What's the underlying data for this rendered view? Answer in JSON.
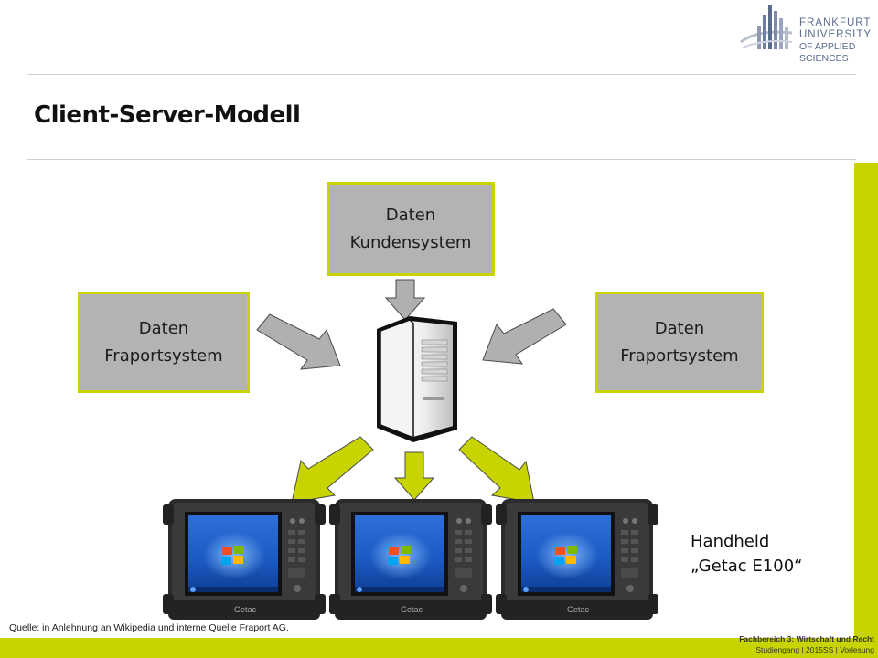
{
  "header": {
    "logo_lines": [
      "FRANKFURT",
      "UNIVERSITY",
      "OF APPLIED SCIENCES"
    ]
  },
  "slide": {
    "title": "Client-Server-Modell"
  },
  "diagram": {
    "top_box": {
      "line1": "Daten",
      "line2": "Kundensystem"
    },
    "left_box": {
      "line1": "Daten",
      "line2": "Fraportsystem"
    },
    "right_box": {
      "line1": "Daten",
      "line2": "Fraportsystem"
    },
    "device_brand": "Getac",
    "handheld_label": {
      "line1": "Handheld",
      "line2": "„Getac E100“"
    }
  },
  "colors": {
    "accent": "#c8d400",
    "box_fill": "#b3b3b3",
    "arrow_gray": "#b0b0b0"
  },
  "footer": {
    "source": "Quelle: in Anlehnung an Wikipedia und interne Quelle Fraport AG.",
    "department": "Fachbereich 3: Wirtschaft und Recht",
    "program": "Studiengang | 2015SS | Vorlesung"
  }
}
